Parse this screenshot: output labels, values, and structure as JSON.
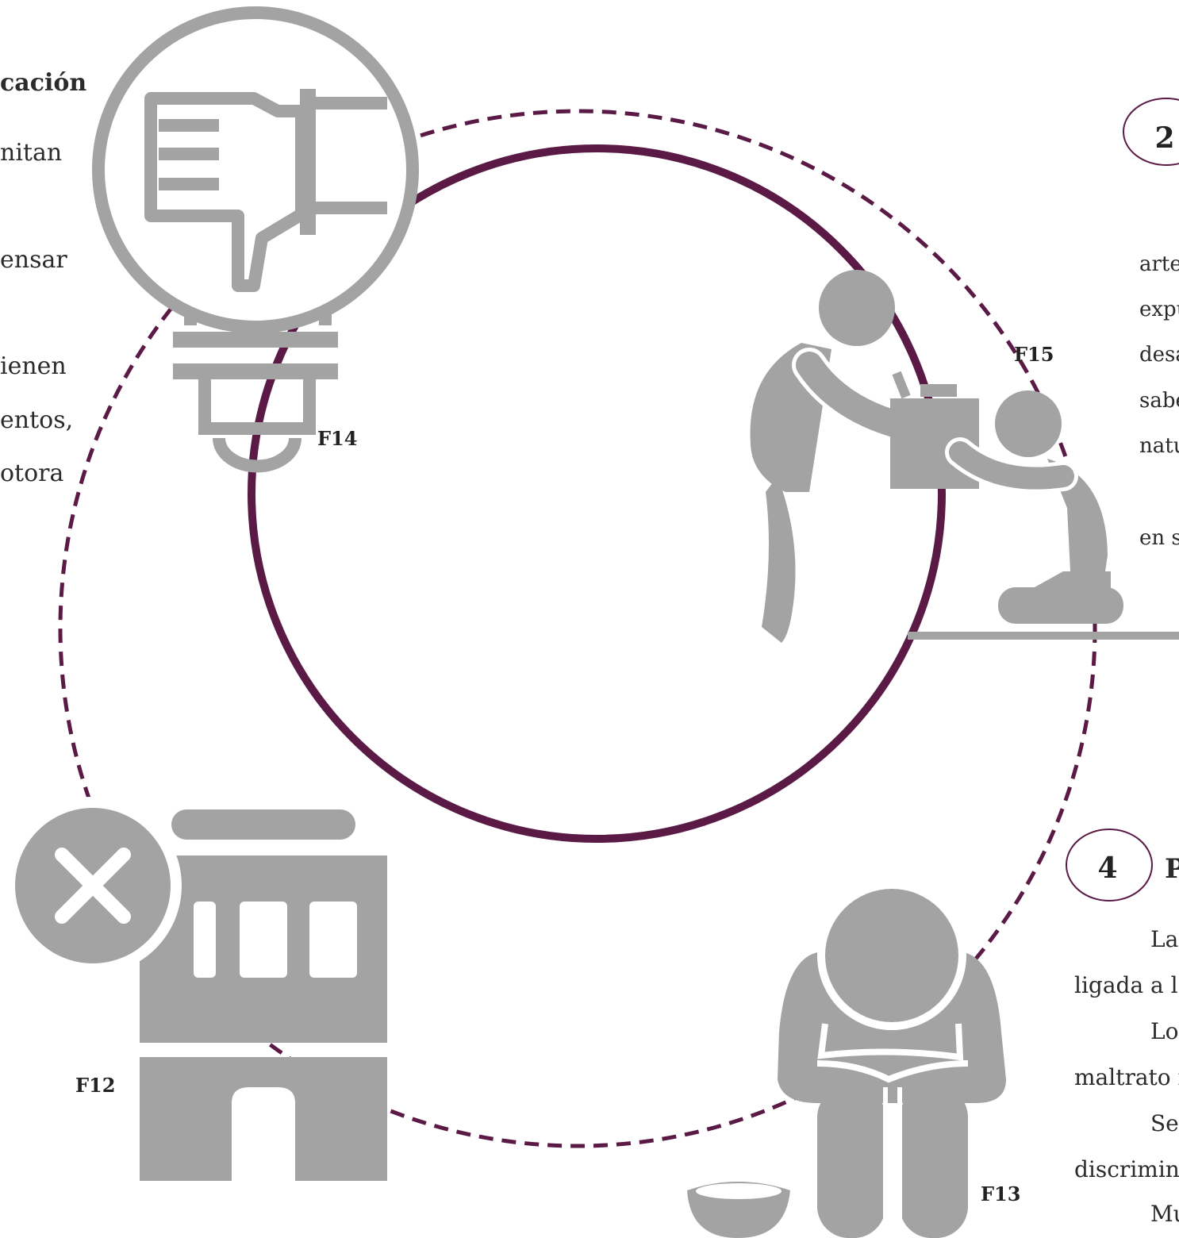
{
  "left_column": {
    "heading": "cación",
    "lines": [
      "nitan",
      "ensar",
      "ienen",
      "entos,",
      "otora"
    ]
  },
  "right_top": {
    "number": "2",
    "lines": [
      "arte",
      "expu",
      "desa",
      "sabe",
      "natu",
      "en s"
    ]
  },
  "right_bottom": {
    "number": "4",
    "heading": "P",
    "lines": [
      "La",
      "ligada a la",
      "Lo",
      "maltrato in",
      "Se",
      "discrimina",
      "Mu"
    ]
  },
  "figure_labels": {
    "f12": "F12",
    "f13": "F13",
    "f14": "F14",
    "f15": "F15"
  },
  "icons": {
    "f14": "lightbulb-thumbs-down-icon",
    "f15": "adult-giving-box-to-child-icon",
    "f12": "closed-store-icon",
    "f13": "sitting-beggar-with-bowl-icon"
  },
  "colors": {
    "circle": "#5a1a45",
    "icon": "#a3a3a3",
    "text": "#2b2b2b"
  }
}
